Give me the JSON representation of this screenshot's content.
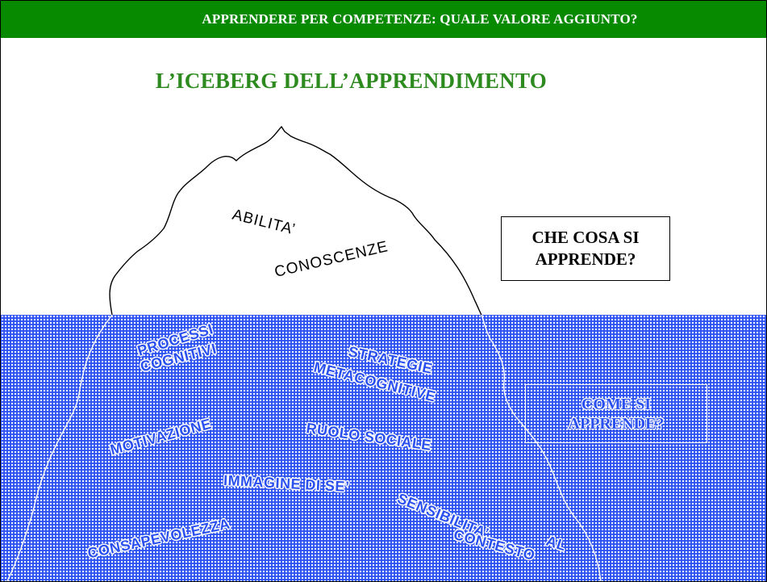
{
  "header": {
    "title": "APPRENDERE PER COMPETENZE: QUALE VALORE AGGIUNTO?"
  },
  "slide": {
    "title": "L’ICEBERG DELL’APPRENDIMENTO"
  },
  "above_water": {
    "labels": [
      "ABILITA’",
      "CONOSCENZE"
    ],
    "question": [
      "CHE COSA SI",
      "APPRENDE?"
    ]
  },
  "below_water": {
    "labels": [
      "PROCESSI",
      "COGNITIVI",
      "STRATEGIE",
      "METACOGNITIVE",
      "MOTIVAZIONE",
      "RUOLO SOCIALE",
      "IMMAGINE DI SE’",
      "SENSIBILITA’",
      "AL",
      "CONTESTO",
      "CONSAPEVOLEZZA"
    ],
    "question": [
      "COME SI",
      "APPRENDE?"
    ]
  },
  "colors": {
    "header_bg": "#078a00",
    "title": "#2c8a1e",
    "water": "#2a50f0"
  }
}
